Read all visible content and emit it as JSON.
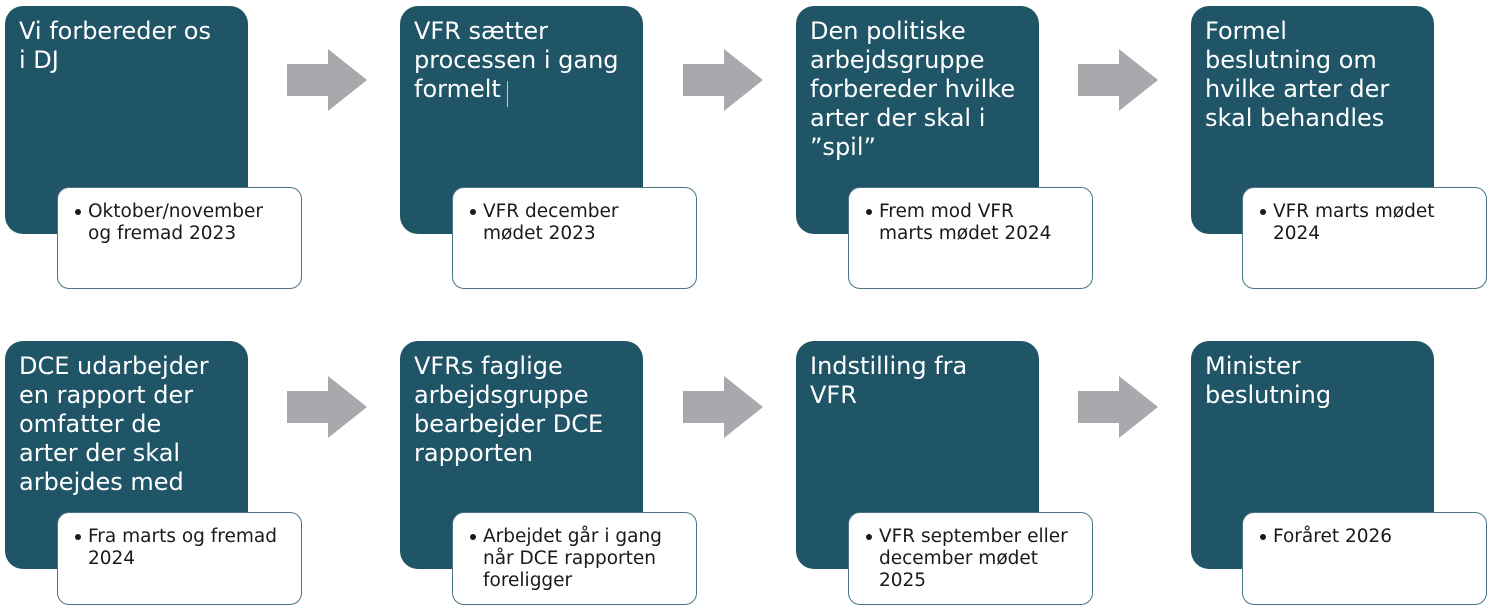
{
  "colors": {
    "step_fill": "#1F5566",
    "detail_border": "#4A7584",
    "arrow": "#A7A9AC",
    "detail_text": "#1A1A1A"
  },
  "icons": {
    "arrow": "arrow-right-icon",
    "bullet": "bullet-icon"
  },
  "steps": [
    {
      "title": "Vi forbereder os\ni DJ",
      "detail": "Oktober/november\nog fremad 2023"
    },
    {
      "title": "VFR sætter\nprocessen i gang\nformelt",
      "detail": "VFR december\nmødet 2023"
    },
    {
      "title": "Den politiske\narbejdsgruppe\nforbereder hvilke\narter der skal i\n”spil”",
      "detail": "Frem mod VFR\nmarts mødet 2024"
    },
    {
      "title": "Formel\nbeslutning om\nhvilke arter der\nskal behandles",
      "detail": "VFR marts mødet\n2024"
    },
    {
      "title": "DCE udarbejder\nen rapport der\nomfatter de\narter der skal\narbejdes med",
      "detail": "Fra marts og fremad\n2024"
    },
    {
      "title": "VFRs faglige\narbejdsgruppe\nbearbejder DCE\nrapporten",
      "detail": "Arbejdet går i gang\nnår DCE rapporten\nforeligger"
    },
    {
      "title": "Indstilling fra\nVFR",
      "detail": "VFR september eller\ndecember mødet\n2025"
    },
    {
      "title": "Minister\nbeslutning",
      "detail": "Foråret 2026"
    }
  ]
}
